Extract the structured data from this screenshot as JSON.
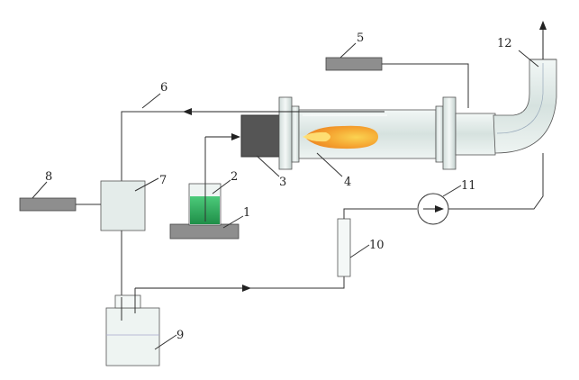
{
  "labels": [
    "1",
    "2",
    "3",
    "4",
    "5",
    "6",
    "7",
    "8",
    "9",
    "10",
    "11",
    "12"
  ],
  "colors": {
    "line": "#333333",
    "block_fill": "#8e8e8e",
    "vessel_fill": "#e8f0f0",
    "liquid": "#2fae5f",
    "flame_outer": "#f5a623",
    "flame_inner": "#ffe070",
    "burner": "#555555"
  }
}
